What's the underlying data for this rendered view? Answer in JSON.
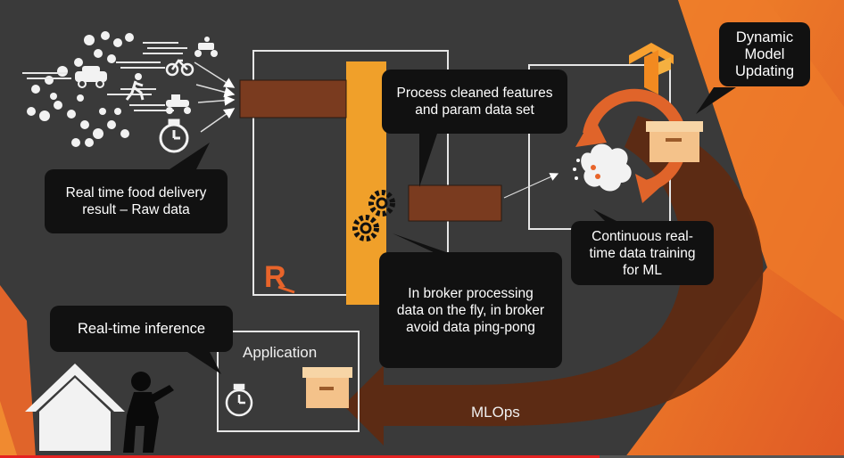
{
  "callouts": {
    "raw_data": "Real time food delivery result – Raw data",
    "process": "Process cleaned features and param data set",
    "broker": "In broker processing data on the fly, in broker avoid data ping-pong",
    "training": "Continuous real-time data training for ML",
    "dynamic": "Dynamic Model Updating",
    "inference": "Real-time inference"
  },
  "labels": {
    "application": "Application",
    "mlops": "MLOps",
    "broker_logo": "R"
  },
  "colors": {
    "background": "#3a3a3a",
    "broker_orange": "#f0a02a",
    "queue_brown": "#7a3b1f",
    "mlops_arrow": "#5e2a12",
    "accent_orange": "#e8642a",
    "callout_bg": "#111111",
    "frame": "#e6e6e6"
  },
  "icons": [
    "food-icons",
    "delivery-scooter-icon",
    "bicycle-icon",
    "car-icon",
    "runner-icon",
    "moped-icon",
    "stopwatch-icon",
    "gear-icon",
    "tensorflow-logo-icon",
    "brain-icon",
    "box-icon",
    "house-icon",
    "person-icon"
  ]
}
